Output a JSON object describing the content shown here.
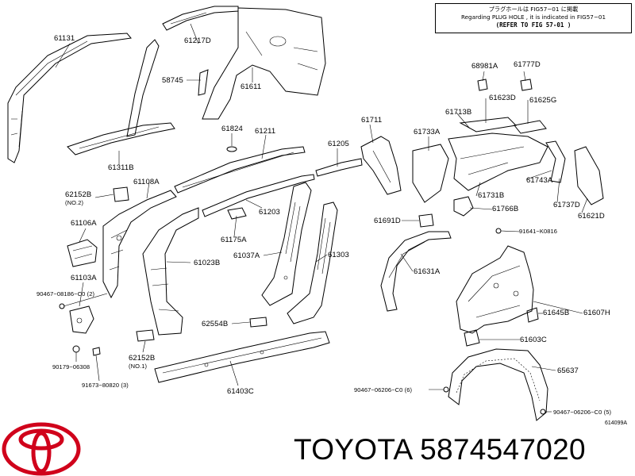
{
  "note": {
    "line1": "プラグホールは FIG57−01 に掲載",
    "line2": "Regarding PLUG HOLE , it is indicated in FIG57−01",
    "line3": "(REFER TO FIG 57-01 )"
  },
  "parts": {
    "p61131": "61131",
    "p61217D": "61217D",
    "p58745": "58745",
    "p61611": "61611",
    "p61311B": "61311B",
    "p61824": "61824",
    "p61211": "61211",
    "p61205": "61205",
    "p61711": "61711",
    "p68981A": "68981A",
    "p61777D": "61777D",
    "p61623D": "61623D",
    "p61625G": "61625G",
    "p61713B": "61713B",
    "p61733A": "61733A",
    "p61108A": "61108A",
    "p62152B_a": "62152B",
    "no2": "(NO.2)",
    "p61106A": "61106A",
    "p61203": "61203",
    "p61175A": "61175A",
    "p61023B": "61023B",
    "p61037A": "61037A",
    "p61303": "61303",
    "p61731B": "61731B",
    "p61743A": "61743A",
    "p61737D": "61737D",
    "p61621D": "61621D",
    "p61766B": "61766B",
    "p61691D": "61691D",
    "p91641": "91641−K0816",
    "p61103A": "61103A",
    "p90467_08186": "90467−08186−C0 (2)",
    "p61631A": "61631A",
    "p62554B": "62554B",
    "p61645B": "61645B",
    "p61607H": "61607H",
    "p61603C": "61603C",
    "p62152B_b": "62152B",
    "no1": "(NO.1)",
    "p90179": "90179−06308",
    "p91673": "91673−80820 (3)",
    "p61403C": "61403C",
    "p65637": "65637",
    "p90467_06206_a": "90467−06206−C0 (6)",
    "p90467_06206_b": "90467−06206−C0 (5)"
  },
  "image_id": "614099A",
  "brand": {
    "name": "TOYOTA",
    "part_number": "5874547020",
    "logo_color": "#d0021b"
  }
}
